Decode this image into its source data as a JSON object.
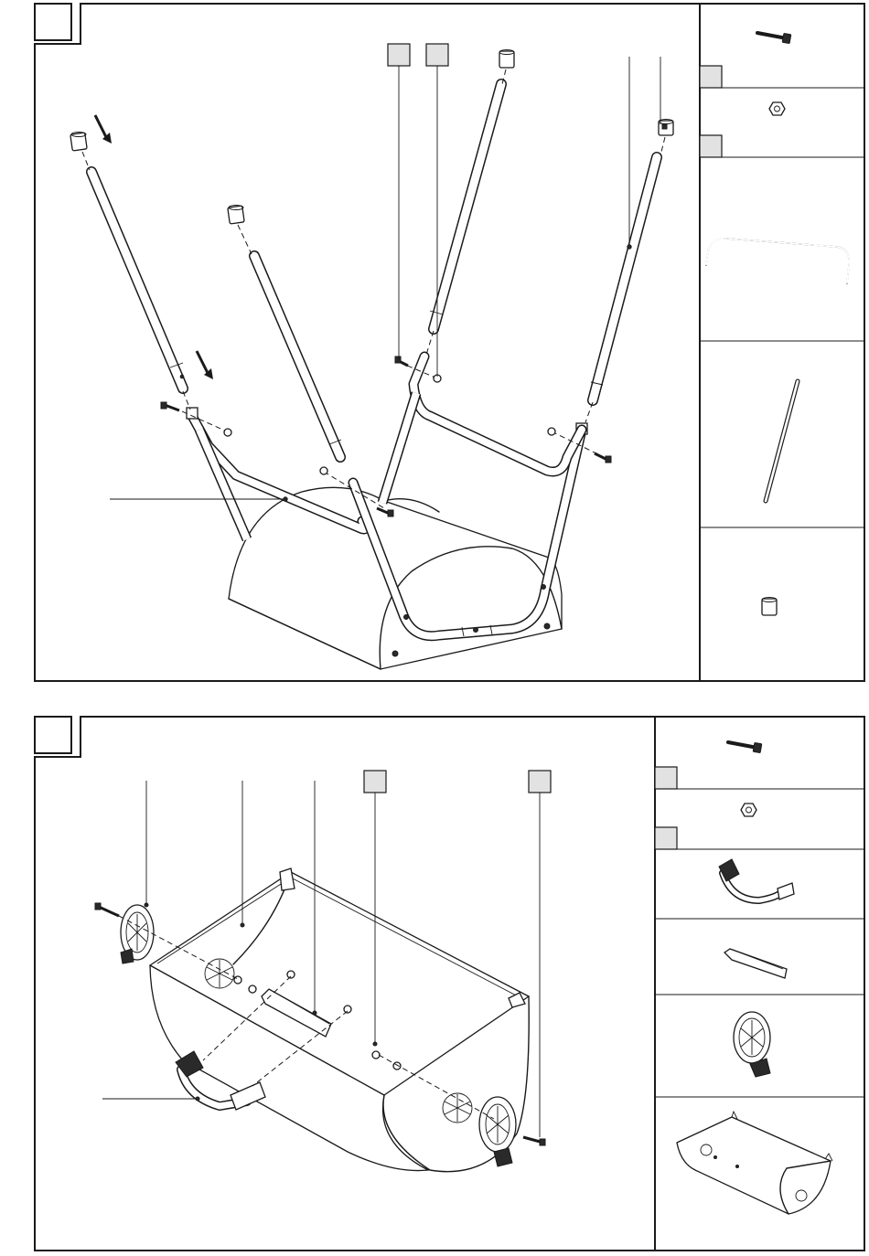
{
  "document": {
    "type": "assembly-instructions",
    "steps": [
      {
        "step_number": "",
        "parts": [
          {
            "id": "",
            "icon": "bolt"
          },
          {
            "id": "",
            "icon": "nut"
          },
          {
            "id": "",
            "icon": "u-shaped-leg-frame"
          },
          {
            "id": "",
            "icon": "straight-leg-tube"
          },
          {
            "id": "",
            "icon": "leg-cap"
          }
        ]
      },
      {
        "step_number": "",
        "parts": [
          {
            "id": "",
            "icon": "bolt"
          },
          {
            "id": "",
            "icon": "nut"
          },
          {
            "id": "",
            "icon": "handle"
          },
          {
            "id": "",
            "icon": "bracket"
          },
          {
            "id": "",
            "icon": "vent-wheel"
          },
          {
            "id": "",
            "icon": "firebowl"
          }
        ]
      }
    ]
  }
}
